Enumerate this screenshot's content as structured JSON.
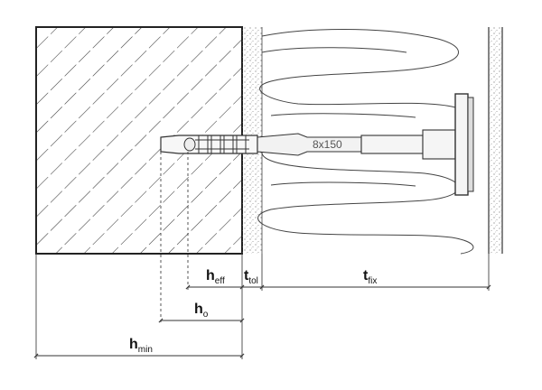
{
  "anchor": {
    "size_label": "8x150"
  },
  "dimensions": {
    "h_eff": {
      "main": "h",
      "sub": "eff"
    },
    "t_tol": {
      "main": "t",
      "sub": "tol"
    },
    "t_fix": {
      "main": "t",
      "sub": "fix"
    },
    "h_o": {
      "main": "h",
      "sub": "o"
    },
    "h_min": {
      "main": "h",
      "sub": "min"
    }
  },
  "colors": {
    "line": "#2b2b2b",
    "hatch": "#333333",
    "dim": "#444444"
  }
}
